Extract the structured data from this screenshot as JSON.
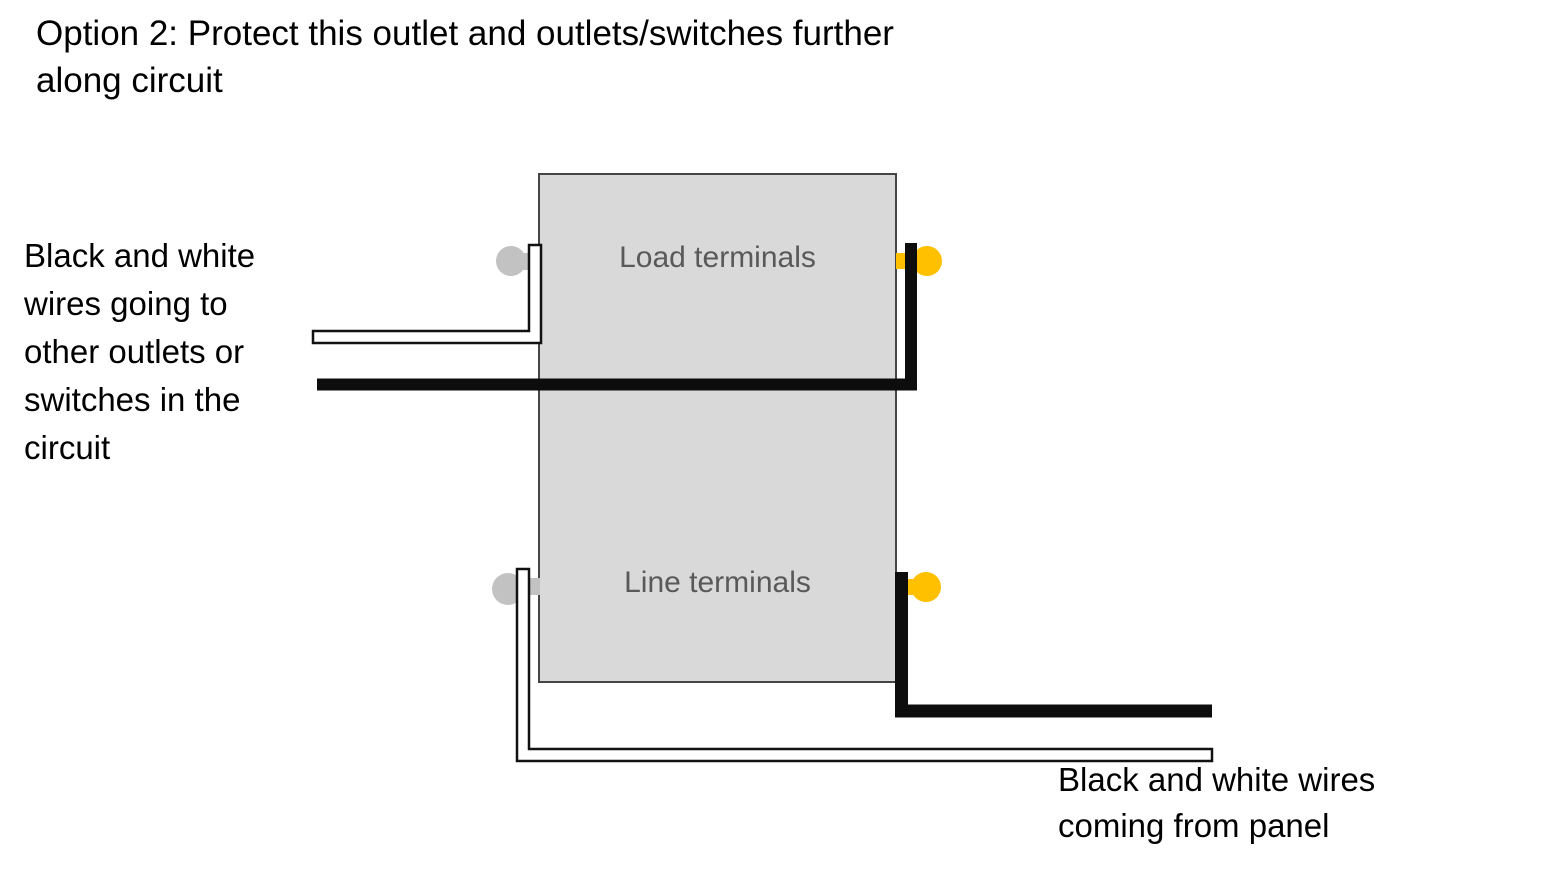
{
  "title": "Option 2: Protect this outlet and outlets/switches further\nalong circuit",
  "annotations": {
    "left_wires": "Black and white\nwires going to\nother outlets or\nswitches in the\ncircuit",
    "panel_wires": "Black and white wires\ncoming from panel"
  },
  "device": {
    "load_terminals_label": "Load terminals",
    "line_terminals_label": "Line terminals"
  },
  "colors": {
    "device_fill": "#d9d9d9",
    "device_border": "#454545",
    "screw_gray": "#c2c2c2",
    "screw_yellow": "#ffc000",
    "wire_white": "#ffffff",
    "wire_outline": "#111111",
    "wire_black": "#0d0d0d",
    "terminal_text": "#595959",
    "label_text": "#000000"
  }
}
